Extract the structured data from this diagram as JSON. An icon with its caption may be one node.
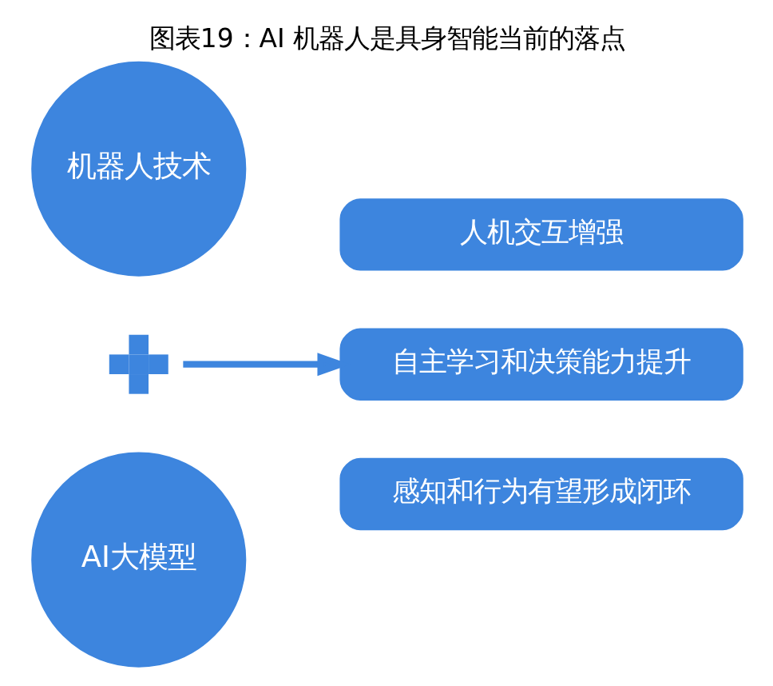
{
  "diagram": {
    "title": "图表19：AI 机器人是具身智能当前的落点",
    "nodes": [
      {
        "text": [
          "机器人技术"
        ]
      },
      {
        "text": [],
        "shape": "cross"
      },
      {
        "text": [
          "AI大模型"
        ]
      },
      {
        "text": [
          "人机交互增强"
        ]
      },
      {
        "text": [
          "自主学习和决策能力提升"
        ]
      },
      {
        "text": [
          "感知和行为有望形成闭环"
        ]
      }
    ],
    "edges": [
      {
        "from": 1,
        "to": 4,
        "arrow": "to"
      }
    ]
  }
}
